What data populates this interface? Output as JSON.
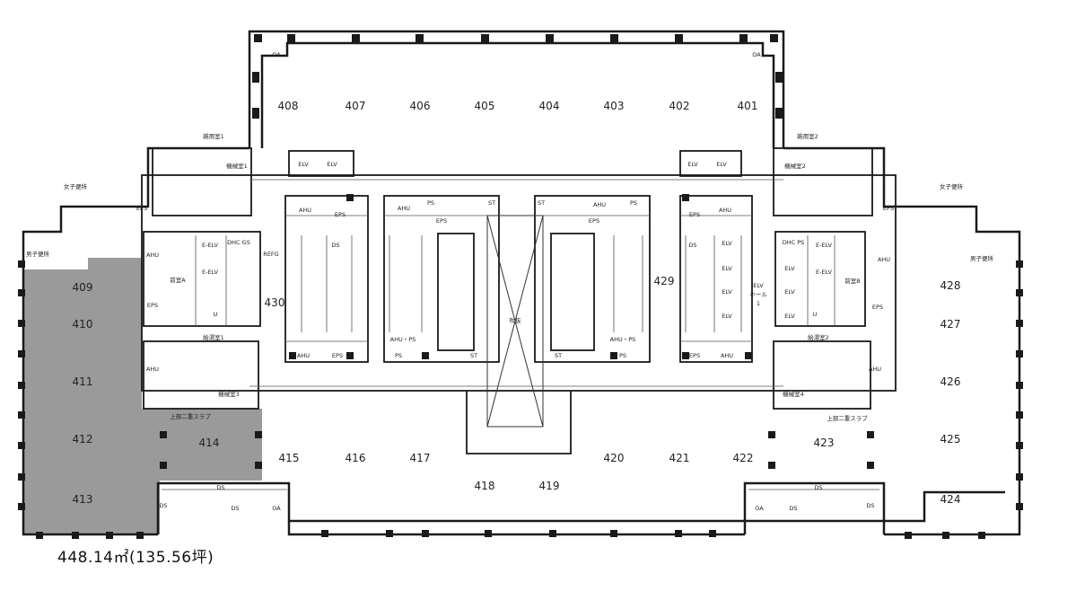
{
  "colors": {
    "wall": "#1a1a1a",
    "highlight": "#9a9a9a",
    "background": "#ffffff"
  },
  "floor_area": "448.14㎡(135.56坪)",
  "units": [
    "401",
    "402",
    "403",
    "404",
    "405",
    "406",
    "407",
    "408",
    "409",
    "410",
    "411",
    "412",
    "413",
    "414",
    "415",
    "416",
    "417",
    "418",
    "419",
    "420",
    "421",
    "422",
    "423",
    "424",
    "425",
    "426",
    "427",
    "428",
    "429",
    "430"
  ],
  "rooms": {
    "zatsuyo1": "雑用室1",
    "zatsuyo2": "雑用室2",
    "kikai1": "機械室1",
    "kikai2": "機械室2",
    "kikai3": "機械室3",
    "kikai4": "機械室4",
    "joshi": "女子便所",
    "danshi": "男子便所",
    "shitsuA": "前室A",
    "shitsuB": "前室B",
    "kanki1": "給湯室1",
    "kanki2": "給湯室2",
    "slab": "上部二重スラブ",
    "fukinuke": "吹抜",
    "elv_hall_a": "ELV",
    "elv_hall_b": "ホール",
    "elv_hall_c": "1"
  },
  "tags": {
    "oa": "OA",
    "elv": "ELV",
    "eps": "EPS",
    "ahu": "AHU",
    "ds": "DS",
    "ps": "PS",
    "st": "ST",
    "e_elv": "E-ELV",
    "dhc_ps": "DHC PS",
    "dhc_gs": "DHC GS",
    "refg": "REFG",
    "ahu_ps": "AHU・PS",
    "u": "U"
  }
}
